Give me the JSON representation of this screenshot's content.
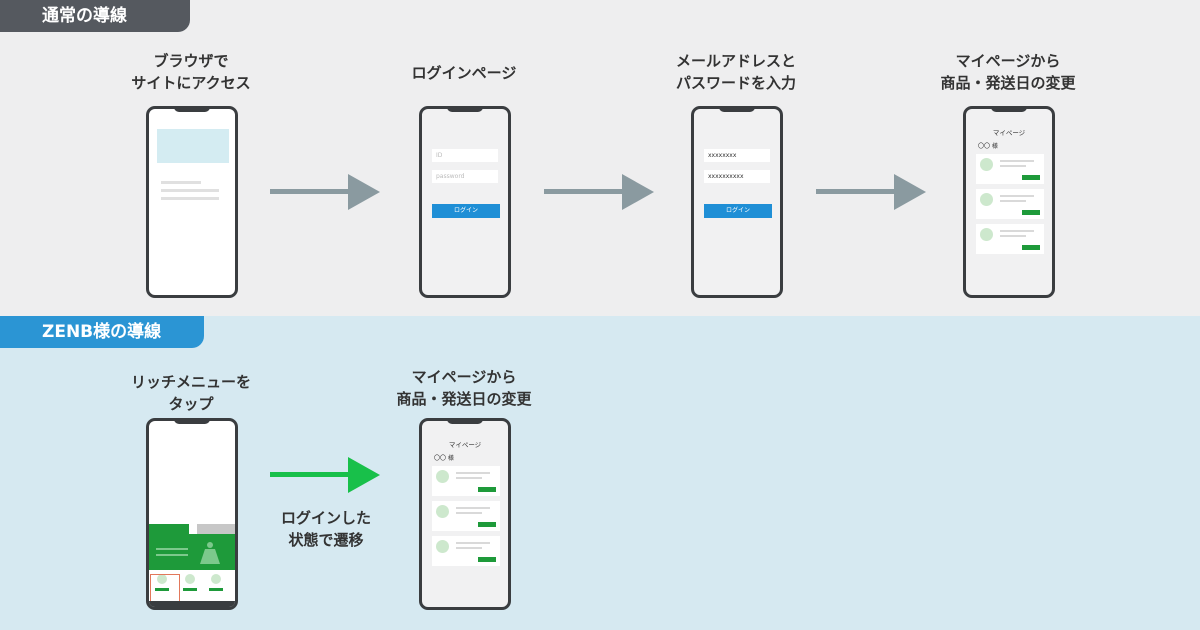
{
  "sections": {
    "normal": {
      "label": "通常の導線"
    },
    "zenb": {
      "label": "ZENB様の導線"
    }
  },
  "normal_steps": [
    {
      "title": "ブラウザで\nサイトにアクセス"
    },
    {
      "title": "ログインページ"
    },
    {
      "title": "メールアドレスと\nパスワードを入力"
    },
    {
      "title": "マイページから\n商品・発送日の変更"
    }
  ],
  "zenb_steps": [
    {
      "title": "リッチメニューを\nタップ"
    },
    {
      "title": "マイページから\n商品・発送日の変更"
    }
  ],
  "zenb_arrow_note": "ログインした\n状態で遷移",
  "login_screen": {
    "id_placeholder": "ID",
    "password_placeholder": "password",
    "button_label": "ログイン"
  },
  "filled_login_screen": {
    "id_value": "xxxxxxxx",
    "password_value": "xxxxxxxxxx",
    "button_label": "ログイン"
  },
  "mypage_screen": {
    "title": "マイページ",
    "user_label": "〇〇 様"
  },
  "colors": {
    "normal_tag": "#55595f",
    "zenb_tag": "#2b95d4",
    "normal_arrow": "#8a9aa0",
    "zenb_arrow": "#18c04a",
    "rich_menu_green": "#1e9a3a",
    "highlight": "#e2785b"
  }
}
